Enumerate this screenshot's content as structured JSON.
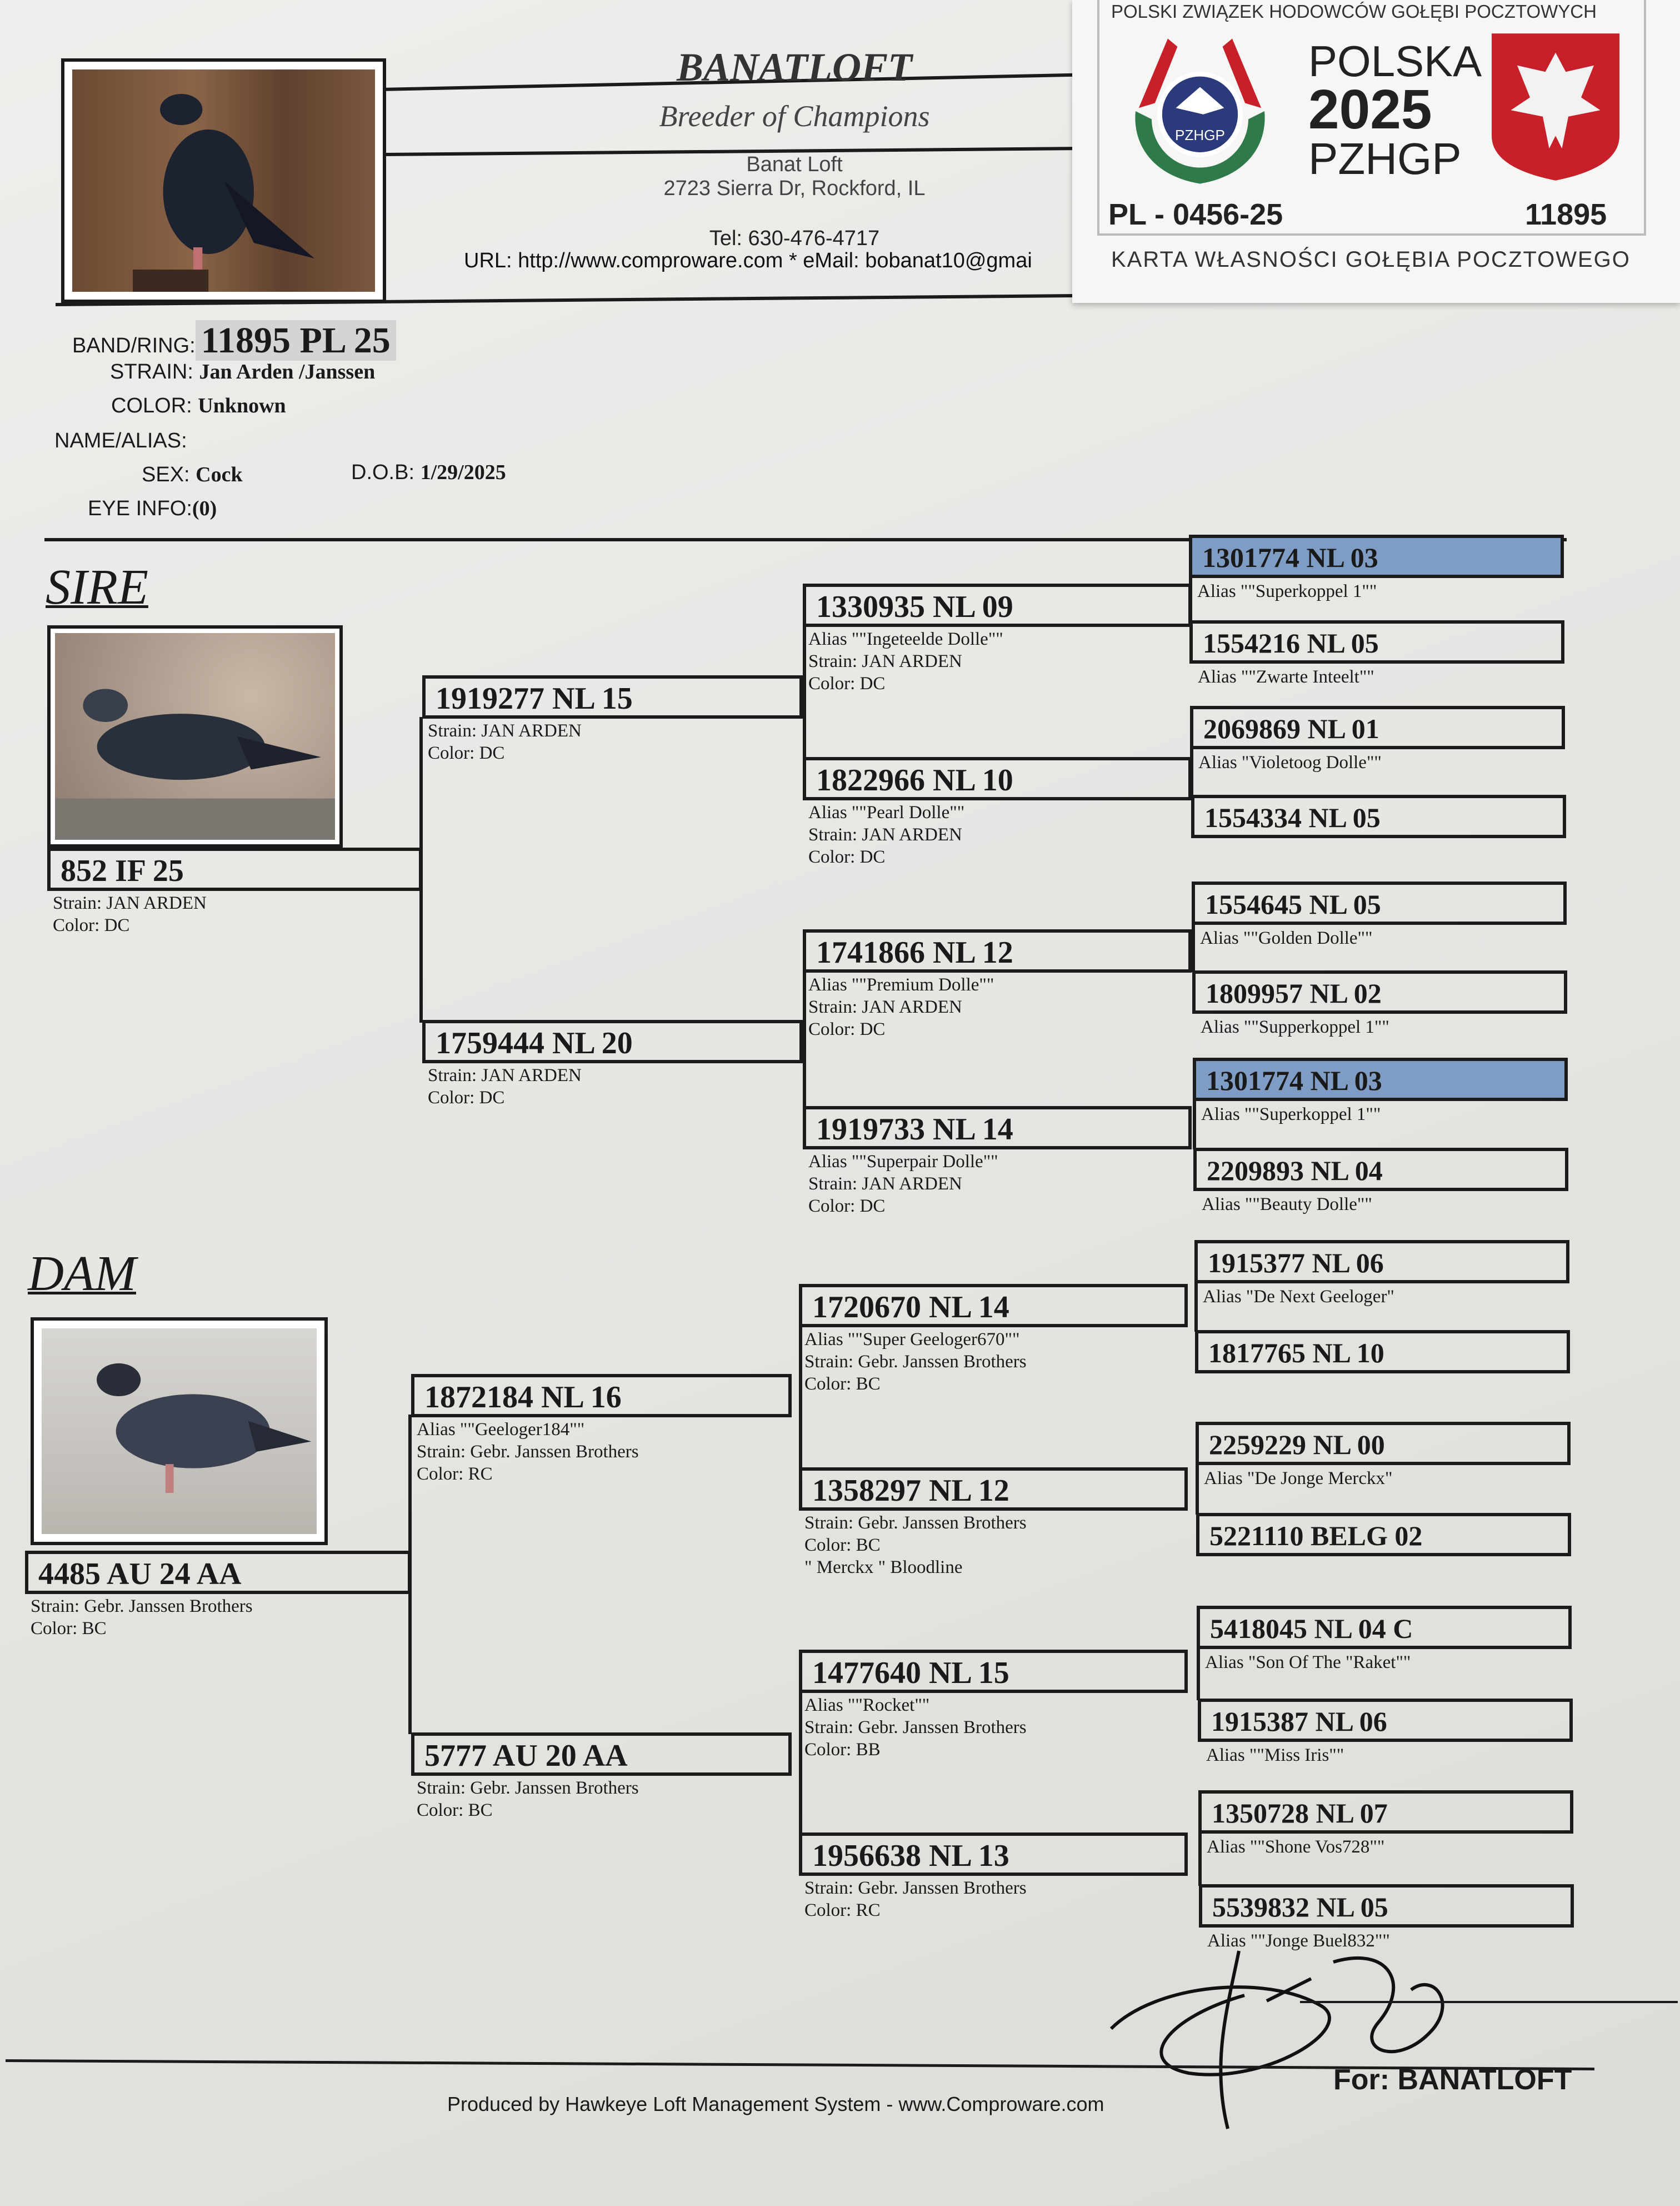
{
  "header": {
    "title": "BANATLOFT",
    "subtitle": "Breeder of Champions",
    "loft": "Banat Loft",
    "address": "2723 Sierra Dr, Rockford, IL",
    "tel": "Tel: 630-476-4717",
    "url_line": "URL: http://www.comproware.com * eMail: bobanat10@gmai"
  },
  "card": {
    "org": "POLSKI ZWIĄZEK HODOWCÓW GOŁĘBI POCZTOWYCH",
    "polska": "POLSKA",
    "year": "2025",
    "pzhgp": "PZHGP",
    "logo_text": "PZHGP",
    "code": "PL - 0456-25",
    "number": "11895",
    "caption": "KARTA WŁASNOŚCI GOŁĘBIA POCZTOWEGO",
    "colors": {
      "green": "#2f7a4a",
      "red": "#c8202a",
      "navy": "#2a3a7a"
    }
  },
  "subject": {
    "band_label": "BAND/RING:",
    "band": "11895 PL 25",
    "strain_label": "STRAIN:",
    "strain": "Jan Arden /Janssen",
    "color_label": "COLOR:",
    "color": "Unknown",
    "alias_label": "NAME/ALIAS:",
    "sex_label": "SEX:",
    "sex": "Cock",
    "dob_label": "D.O.B:",
    "dob": "1/29/2025",
    "eye_label": "EYE INFO:",
    "eye": "(0)"
  },
  "sections": {
    "sire": "SIRE",
    "dam": "DAM"
  },
  "gen1": [
    {
      "band": "852 IF 25",
      "lines": [
        "Strain: JAN ARDEN",
        "Color: DC"
      ]
    },
    {
      "band": "4485 AU 24 AA",
      "lines": [
        "Strain: Gebr. Janssen Brothers",
        "Color: BC"
      ]
    }
  ],
  "gen2": [
    {
      "band": "1919277 NL 15",
      "lines": [
        "Strain: JAN ARDEN",
        "Color: DC"
      ]
    },
    {
      "band": "1759444 NL 20",
      "lines": [
        "Strain: JAN ARDEN",
        "Color: DC"
      ]
    },
    {
      "band": "1872184 NL 16",
      "lines": [
        "Alias \"\"Geeloger184\"\"",
        "Strain: Gebr. Janssen Brothers",
        "Color: RC"
      ]
    },
    {
      "band": "5777 AU 20 AA",
      "lines": [
        "Strain: Gebr. Janssen Brothers",
        "Color: BC"
      ]
    }
  ],
  "gen3": [
    {
      "band": "1330935 NL 09",
      "lines": [
        "Alias \"\"Ingeteelde Dolle\"\"",
        "Strain: JAN ARDEN",
        "Color: DC"
      ]
    },
    {
      "band": "1822966 NL 10",
      "lines": [
        "Alias \"\"Pearl Dolle\"\"",
        "Strain: JAN ARDEN",
        "Color: DC"
      ]
    },
    {
      "band": "1741866 NL 12",
      "lines": [
        "Alias \"\"Premium Dolle\"\"",
        "Strain: JAN ARDEN",
        "Color: DC"
      ]
    },
    {
      "band": "1919733 NL 14",
      "lines": [
        "Alias \"\"Superpair Dolle\"\"",
        "Strain: JAN ARDEN",
        "Color: DC"
      ]
    },
    {
      "band": "1720670 NL 14",
      "lines": [
        "Alias \"\"Super Geeloger670\"\"",
        "Strain: Gebr. Janssen Brothers",
        "Color: BC"
      ]
    },
    {
      "band": "1358297 NL 12",
      "lines": [
        "Strain: Gebr. Janssen Brothers",
        "Color: BC",
        "\" Merckx \" Bloodline"
      ]
    },
    {
      "band": "1477640 NL 15",
      "lines": [
        "Alias \"\"Rocket\"\"",
        "Strain: Gebr. Janssen Brothers",
        "Color: BB"
      ]
    },
    {
      "band": "1956638 NL 13",
      "lines": [
        "Strain: Gebr. Janssen Brothers",
        "Color: RC"
      ]
    }
  ],
  "gen4": [
    {
      "band": "1301774 NL 03",
      "highlight": true,
      "alias": "Alias \"\"Superkoppel 1\"\""
    },
    {
      "band": "1554216 NL 05",
      "highlight": false,
      "alias": "Alias \"\"Zwarte Inteelt\"\""
    },
    {
      "band": "2069869 NL 01",
      "highlight": false,
      "alias": "Alias \"Violetoog Dolle\"\""
    },
    {
      "band": "1554334 NL 05",
      "highlight": false,
      "alias": ""
    },
    {
      "band": "1554645 NL 05",
      "highlight": false,
      "alias": "Alias \"\"Golden Dolle\"\""
    },
    {
      "band": "1809957 NL 02",
      "highlight": false,
      "alias": "Alias \"\"Supperkoppel 1\"\""
    },
    {
      "band": "1301774 NL 03",
      "highlight": true,
      "alias": "Alias \"\"Superkoppel 1\"\""
    },
    {
      "band": "2209893 NL 04",
      "highlight": false,
      "alias": "Alias \"\"Beauty Dolle\"\""
    },
    {
      "band": "1915377 NL 06",
      "highlight": false,
      "alias": "Alias \"De Next Geeloger\""
    },
    {
      "band": "1817765 NL 10",
      "highlight": false,
      "alias": ""
    },
    {
      "band": "2259229 NL 00",
      "highlight": false,
      "alias": "Alias \"De Jonge Merckx\""
    },
    {
      "band": "5221110 BELG 02",
      "highlight": false,
      "alias": ""
    },
    {
      "band": "5418045 NL 04 C",
      "highlight": false,
      "alias": "Alias \"Son Of The \"Raket\"\""
    },
    {
      "band": "1915387 NL 06",
      "highlight": false,
      "alias": "Alias \"\"Miss Iris\"\""
    },
    {
      "band": "1350728 NL 07",
      "highlight": false,
      "alias": "Alias \"\"Shone Vos728\"\""
    },
    {
      "band": "5539832 NL 05",
      "highlight": false,
      "alias": "Alias \"\"Jonge Buel832\"\""
    }
  ],
  "footer": {
    "produced": "Produced by Hawkeye Loft Management System - www.Comproware.com",
    "for": "For: BANATLOFT",
    "signature_text": "signature"
  },
  "highlight_color": "#7f9cc4"
}
